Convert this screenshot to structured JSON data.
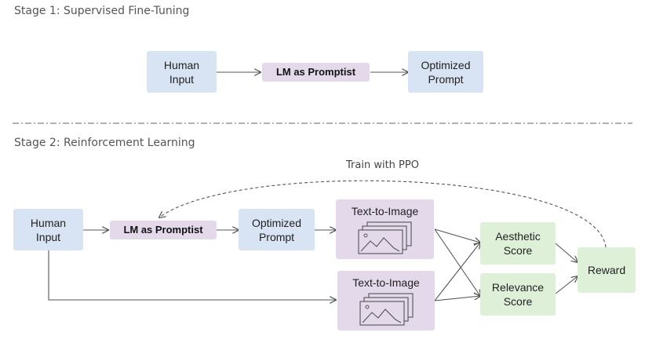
{
  "stage1": {
    "title": "Stage 1: Supervised Fine-Tuning",
    "human_input": "Human\nInput",
    "lm": "LM as Promptist",
    "optimized_prompt": "Optimized\nPrompt"
  },
  "stage2": {
    "title": "Stage 2: Reinforcement Learning",
    "feedback_label": "Train with PPO",
    "human_input": "Human\nInput",
    "lm": "LM as Promptist",
    "optimized_prompt": "Optimized\nPrompt",
    "text_to_image_top": "Text-to-Image",
    "text_to_image_bottom": "Text-to-Image",
    "aesthetic_score": "Aesthetic\nScore",
    "relevance_score": "Relevance\nScore",
    "reward": "Reward"
  },
  "icons": {
    "generated_image_top": "image-stack-icon",
    "generated_image_bottom": "image-stack-icon"
  },
  "colors": {
    "input_box": "#d8e3f4",
    "model_box": "#e3d9ea",
    "score_box": "#def0d8",
    "arrow": "#555555"
  }
}
